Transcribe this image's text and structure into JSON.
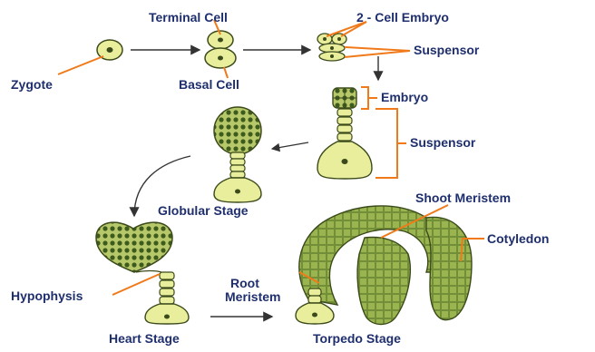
{
  "labels": {
    "zygote": "Zygote",
    "terminal_cell": "Terminal Cell",
    "basal_cell": "Basal Cell",
    "two_cell_embryo": "2 - Cell Embryo",
    "suspensor_top": "Suspensor",
    "embryo": "Embryo",
    "suspensor_mid": "Suspensor",
    "globular_stage": "Globular Stage",
    "shoot_meristem": "Shoot Meristem",
    "cotyledon": "Cotyledon",
    "root_meristem_line1": "Root",
    "root_meristem_line2": "Meristem",
    "hypophysis": "Hypophysis",
    "heart_stage": "Heart Stage",
    "torpedo_stage": "Torpedo Stage"
  },
  "colors": {
    "label_text": "#1f2f6e",
    "leader_line": "#f07a1a",
    "cell_fill": "#e9ee9c",
    "tissue_fill": "#9ab54f",
    "tissue_dark": "#6f8a36",
    "outline": "#3b4a1a",
    "arrow": "#333333"
  }
}
